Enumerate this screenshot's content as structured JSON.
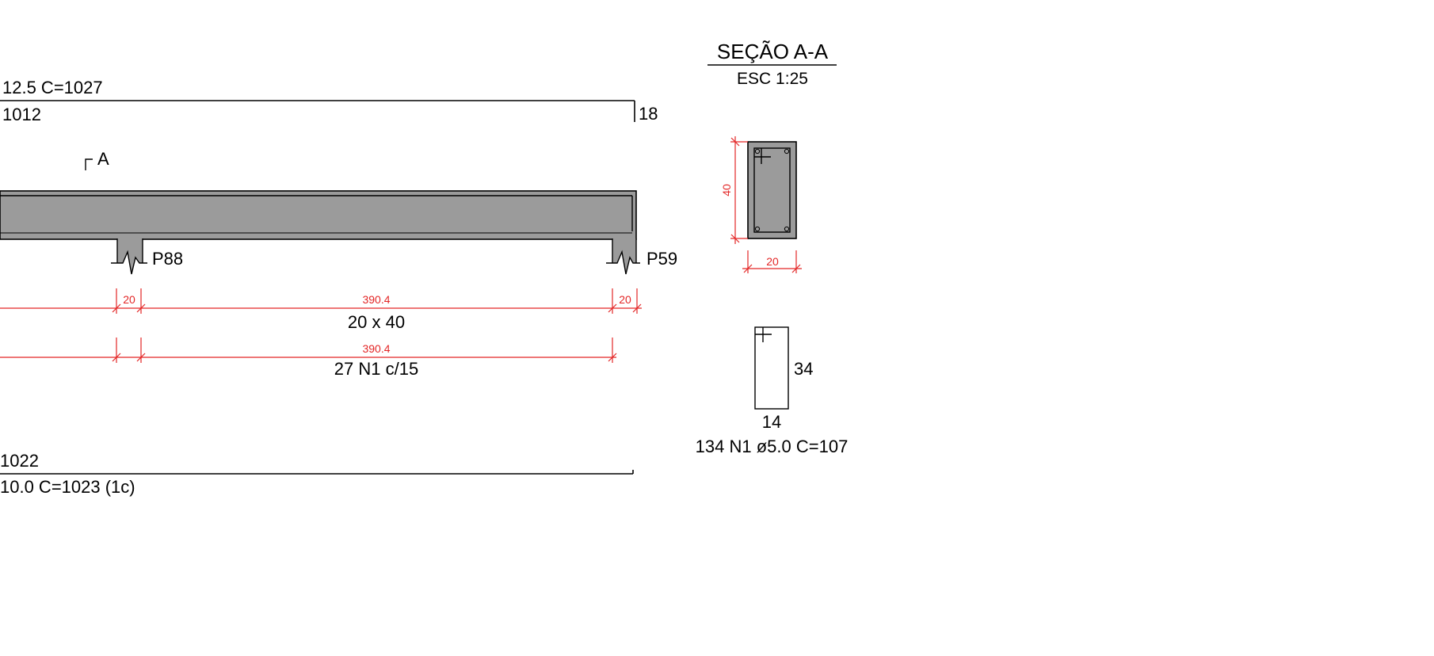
{
  "colors": {
    "background": "#ffffff",
    "ink": "#000000",
    "dimension": "#e32626",
    "concrete": "#9b9b9b"
  },
  "top_bar": {
    "label_line1": "12.5  C=1027",
    "label_line2": "1012",
    "hook_length": "18"
  },
  "section_marker": {
    "label": "A"
  },
  "supports": {
    "middle": "P88",
    "right": "P59"
  },
  "span_dims": {
    "support_width_a": "20",
    "span": "390.4",
    "support_width_b": "20"
  },
  "beam_size": "20 x 40",
  "stirrup_dims": {
    "span": "390.4"
  },
  "stirrup_label": "27 N1 c/15",
  "bottom_bar": {
    "label_line1": "1022",
    "label_line2": "10.0  C=1023 (1c)"
  },
  "section_view": {
    "title": "SEÇÃO A-A",
    "scale": "ESC 1:25",
    "height_dim": "40",
    "width_dim": "20"
  },
  "stirrup_detail": {
    "height": "34",
    "width": "14",
    "label": "134 N1 ø5.0  C=107"
  }
}
